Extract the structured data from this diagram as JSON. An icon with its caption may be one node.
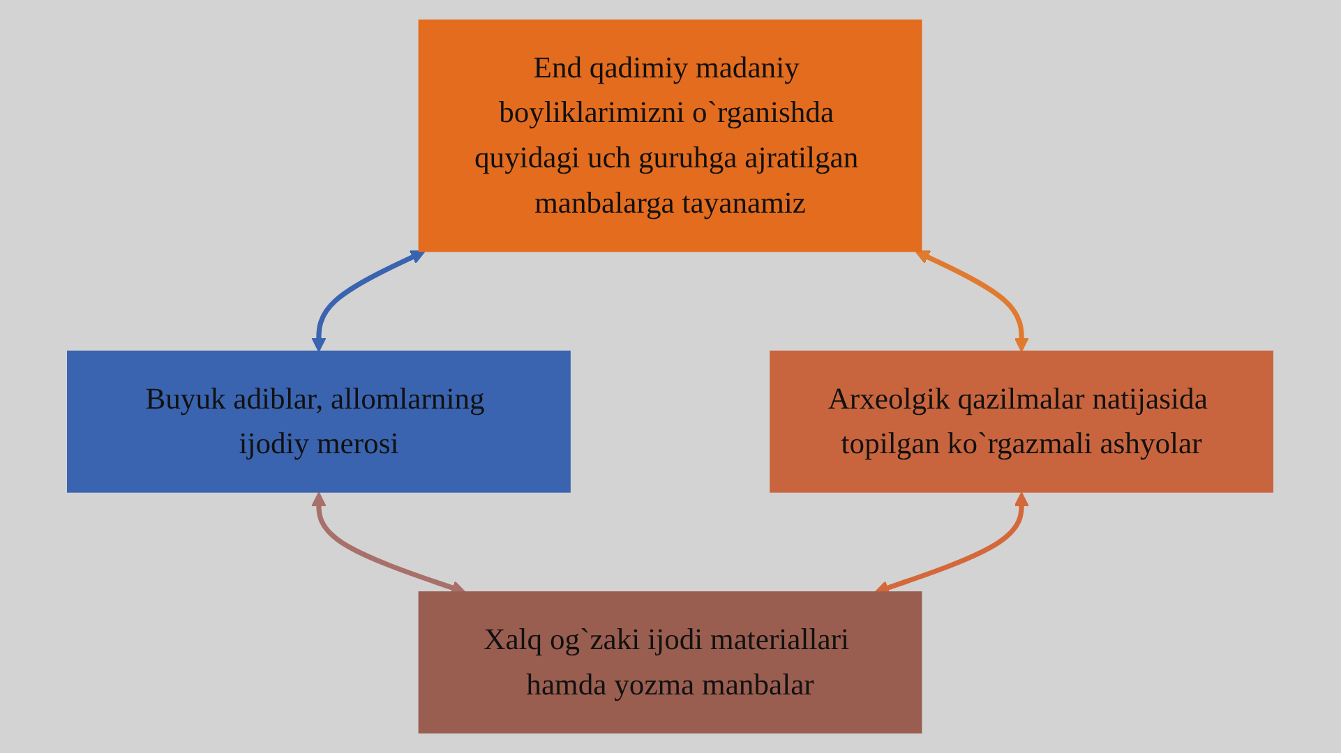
{
  "diagram": {
    "nodes": [
      {
        "text": [
          "End qadimiy madaniy boyliklarimizni o`rganishda quyidagi uch guruhga ajratilgan manbalarga tayanamiz"
        ]
      },
      {
        "text": [
          "Buyuk adiblar, allomlarning ijodiy merosi"
        ]
      },
      {
        "text": [
          "Arxeolgik qazilmalar natijasida topilgan ko`rgazmali ashyolar"
        ]
      },
      {
        "text": [
          "Xalq og`zaki ijodi materiallari hamda yozma manbalar"
        ]
      }
    ],
    "edges": [
      {
        "from": 0,
        "to": 1,
        "arrow": "both",
        "color": "#3a64b0"
      },
      {
        "from": 0,
        "to": 2,
        "arrow": "both",
        "color": "#e07a2f"
      },
      {
        "from": 1,
        "to": 3,
        "arrow": "both",
        "color": "#a8706a"
      },
      {
        "from": 2,
        "to": 3,
        "arrow": "both",
        "color": "#d4683a"
      }
    ]
  }
}
